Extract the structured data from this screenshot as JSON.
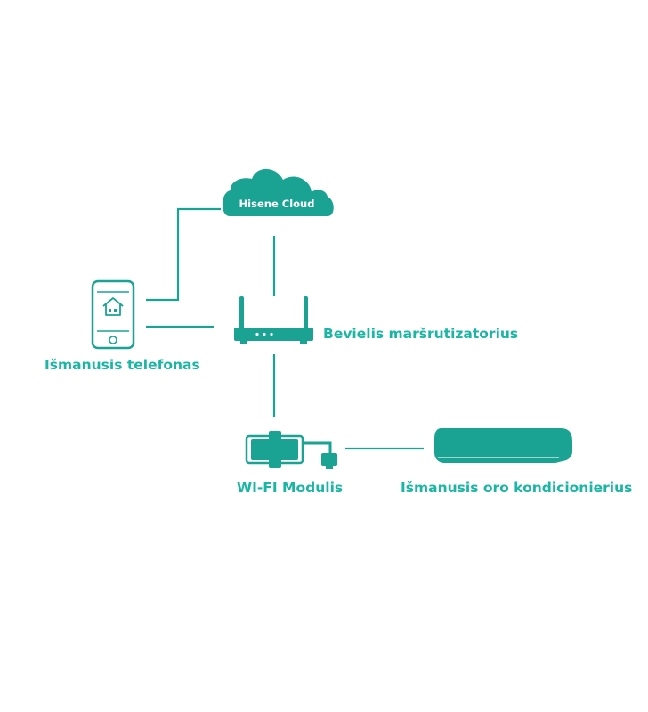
{
  "colors": {
    "accent": "#1aa393",
    "background": "#ffffff",
    "label": "#1bb5a4",
    "cloud_text": "#ffffff"
  },
  "nodes": {
    "cloud": {
      "label": "Hisene Cloud",
      "icon": "cloud-icon"
    },
    "phone": {
      "label": "Išmanusis telefonas",
      "icon": "smartphone-icon"
    },
    "router": {
      "label": "Bevielis maršrutizatorius",
      "icon": "router-icon"
    },
    "wifi_module": {
      "label": "WI-FI Modulis",
      "icon": "wifi-module-icon"
    },
    "air_conditioner": {
      "label": "Išmanusis oro kondicionierius",
      "icon": "air-conditioner-icon"
    }
  },
  "connections": [
    {
      "from": "phone",
      "to": "cloud"
    },
    {
      "from": "phone",
      "to": "router"
    },
    {
      "from": "cloud",
      "to": "router"
    },
    {
      "from": "router",
      "to": "wifi_module"
    },
    {
      "from": "wifi_module",
      "to": "air_conditioner"
    }
  ]
}
